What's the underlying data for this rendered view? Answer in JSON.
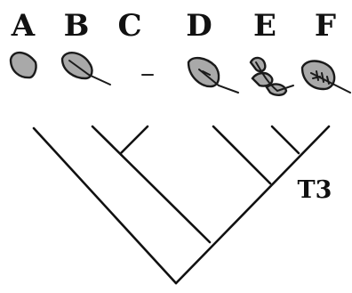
{
  "taxa": [
    {
      "label": "A",
      "leaf": "simple-leaf-icon"
    },
    {
      "label": "B",
      "leaf": "petiolate-leaf-icon"
    },
    {
      "label": "C",
      "leaf": "reduced-leaf-vestige"
    },
    {
      "label": "D",
      "leaf": "veined-petiolate-leaf-icon"
    },
    {
      "label": "E",
      "leaf": "dissected-leaf-icon"
    },
    {
      "label": "F",
      "leaf": "net-veined-leaf-icon"
    }
  ],
  "tree_label": "T3",
  "colors": {
    "ink": "#111111",
    "leaf_fill": "#a9a9a9"
  }
}
